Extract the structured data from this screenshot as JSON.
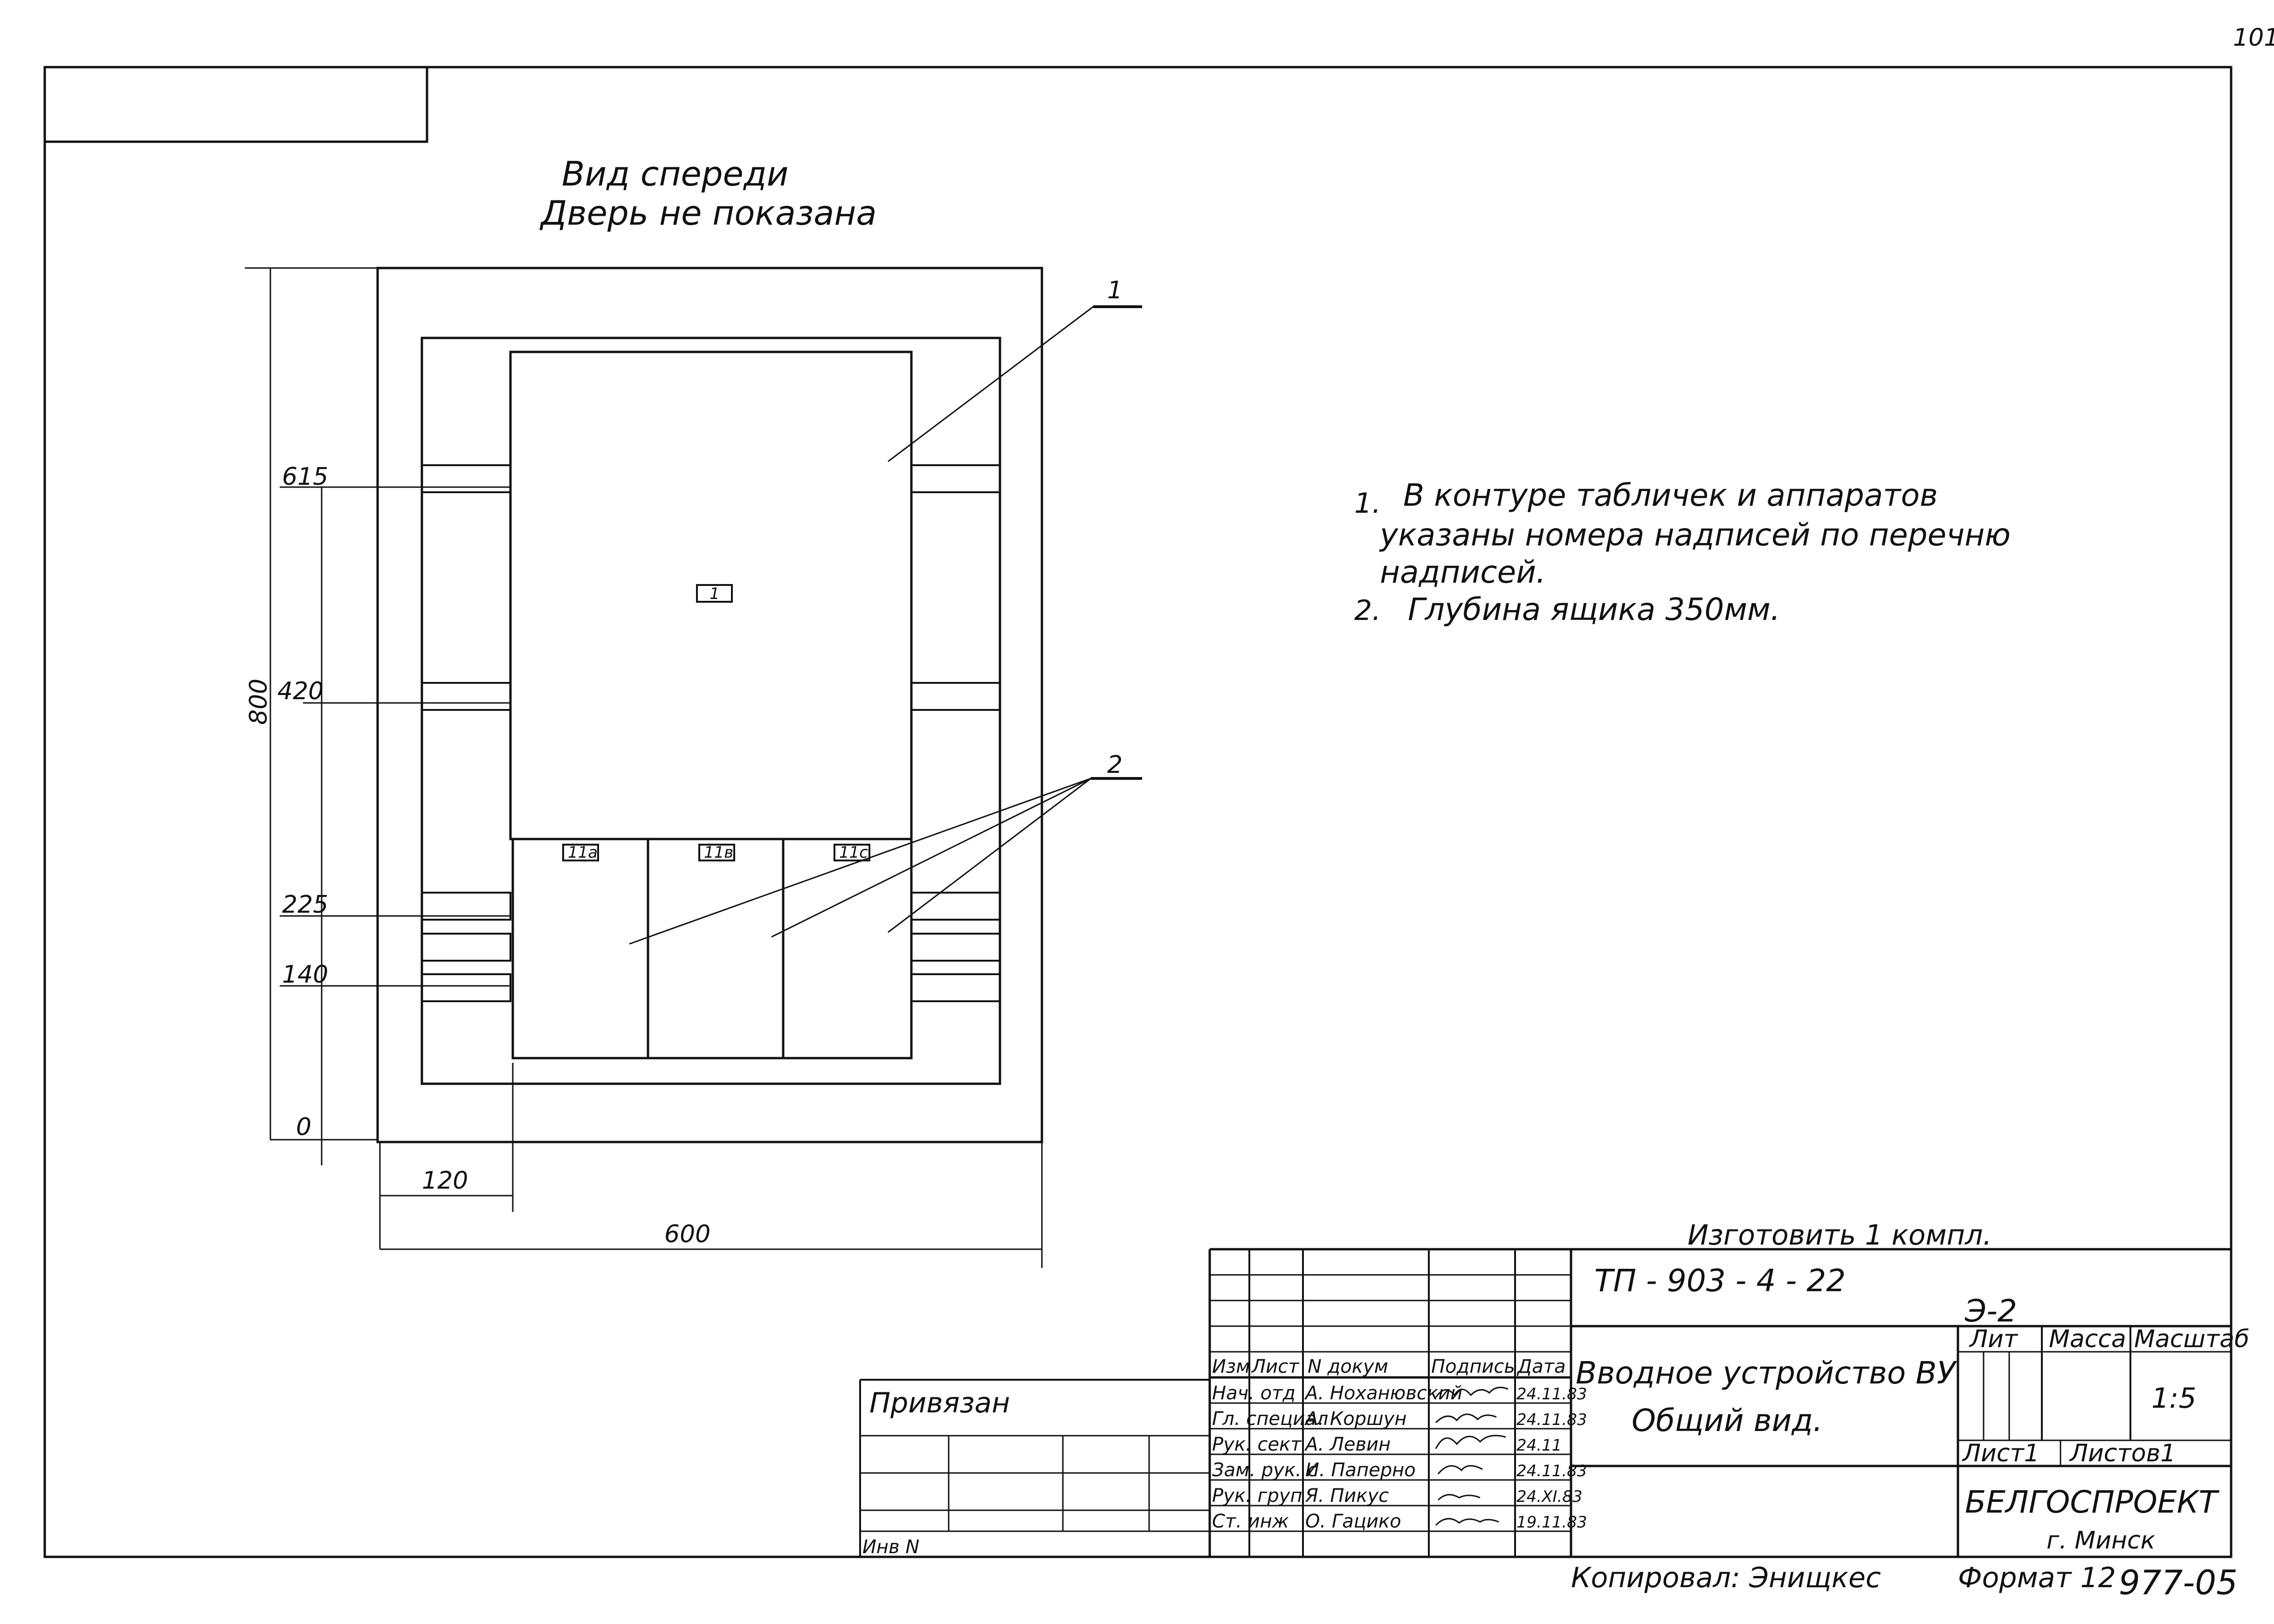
{
  "page_number": "101",
  "view": {
    "title": "Вид спереди",
    "subtitle": "Дверь не показана"
  },
  "callouts": {
    "c1": "1",
    "c2": "2"
  },
  "dimensions": {
    "height": "800",
    "width": "600",
    "offset_left": "120",
    "levels": [
      "615",
      "420",
      "225",
      "140",
      "0"
    ]
  },
  "labels": {
    "upper": "1",
    "lower": [
      "11a",
      "11в",
      "11с"
    ]
  },
  "notes": {
    "n1_num": "1.",
    "n1_l1": "В контуре табличек и аппаратов",
    "n1_l2": "указаны номера надписей по перечню",
    "n1_l3": "надписей.",
    "n2_num": "2.",
    "n2_text": "Глубина ящика 350мм."
  },
  "make": "Изготовить 1 компл.",
  "stamp": {
    "code": "ТП - 903 - 4 - 22",
    "sheet_code": "Э-2",
    "title_l1": "Вводное устройство ВУ",
    "title_l2": "Общий вид.",
    "hdr": [
      "Изм",
      "Лист",
      "N докум",
      "Подпись",
      "Дата"
    ],
    "rows": [
      {
        "role": "Нач. отд",
        "name": "А. Ноханювский",
        "date": "24.11.83"
      },
      {
        "role": "Гл. специал",
        "name": "А. Коршун",
        "date": "24.11.83"
      },
      {
        "role": "Рук. сект",
        "name": "А. Левин",
        "date": "24.11"
      },
      {
        "role": "Зам. рук. с",
        "name": "И. Паперно",
        "date": "24.11.83"
      },
      {
        "role": "Рук. груп",
        "name": "Я. Пикус",
        "date": "24.XI.83"
      },
      {
        "role": "Ст. инж",
        "name": "О. Гацико",
        "date": "19.11.83"
      }
    ],
    "lit_label": "Лит",
    "mass_label": "Масса",
    "scale_label": "Масштаб",
    "scale_value": "1:5",
    "sheet_label": "Лист1",
    "sheets_label": "Листов1",
    "org": "БЕЛГОСПРОЕКТ",
    "city": "г. Минск",
    "privyazan": "Привязан",
    "inv": "Инв N"
  },
  "footer": {
    "copied": "Копировал: Энищкес",
    "format": "Формат 12",
    "number": "977-05"
  }
}
